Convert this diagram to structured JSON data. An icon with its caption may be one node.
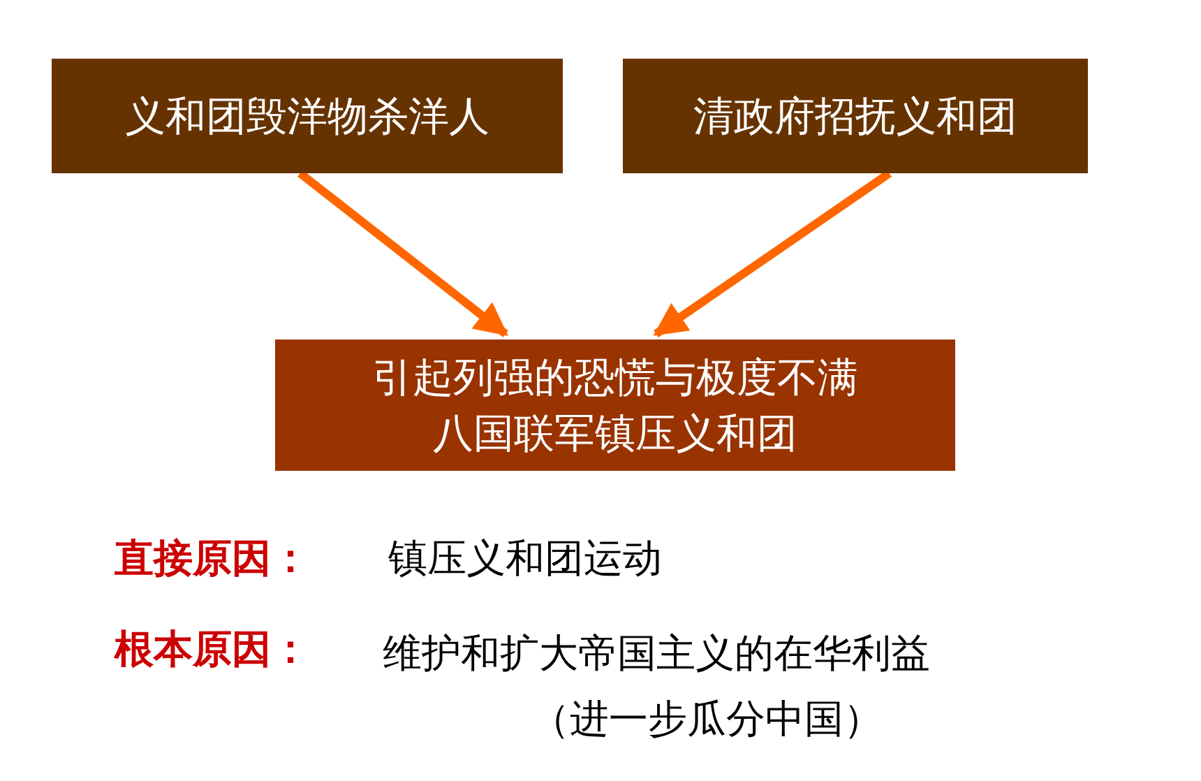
{
  "diagram": {
    "nodes": [
      {
        "text": [
          "义和团毁洋物杀洋人"
        ]
      },
      {
        "text": [
          "清政府招抚义和团"
        ]
      },
      {
        "text": [
          "引起列强的恐慌与极度不满",
          "八国联军镇压义和团"
        ]
      }
    ],
    "edges": [
      {
        "from": 0,
        "to": 2,
        "arrow": "to"
      },
      {
        "from": 1,
        "to": 2,
        "arrow": "to"
      }
    ],
    "labels": [
      "直接原因：",
      "镇压义和团运动",
      "根本原因：",
      "维护和扩大帝国主义的在华利益",
      "（进一步瓜分中国）"
    ]
  }
}
